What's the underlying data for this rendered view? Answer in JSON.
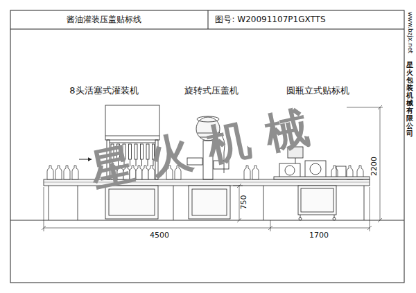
{
  "diagram": {
    "title": "酱油灌装压盖贴标线",
    "labels": [
      "图号: W20091107P1GXTTS",
      "8头活塞式灌装机",
      "旋转式压盖机",
      "圆瓶立式贴标机",
      "2200",
      "750",
      "4500",
      "1700",
      "星火机械",
      "www.bzjx.net",
      "星火包装机械有限公司"
    ]
  }
}
